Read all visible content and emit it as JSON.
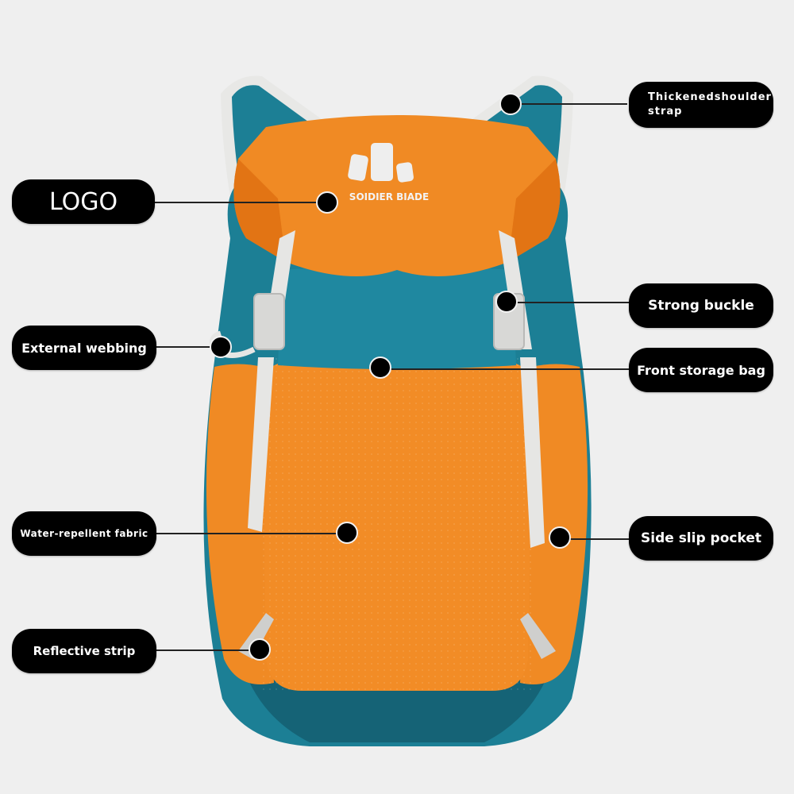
{
  "product": {
    "brand_text": "SOIDIER BIADE",
    "colors": {
      "background": "#efefef",
      "orange": "#f08a24",
      "orange_dark": "#e27414",
      "teal": "#1c7f95",
      "teal_dark": "#156376",
      "webbing": "#e6e6e4",
      "label_bg": "#000000",
      "label_text": "#ffffff"
    }
  },
  "callouts": {
    "shoulder_strap": "Thickenedshoulder strap",
    "logo": "LOGO",
    "strong_buckle": "Strong buckle",
    "external_webbing": "External webbing",
    "front_storage_bag": "Front storage bag",
    "water_repellent_fabric": "Water-repellent fabric",
    "side_slip_pocket": "Side slip pocket",
    "reflective_strip": "Reflective strip"
  }
}
